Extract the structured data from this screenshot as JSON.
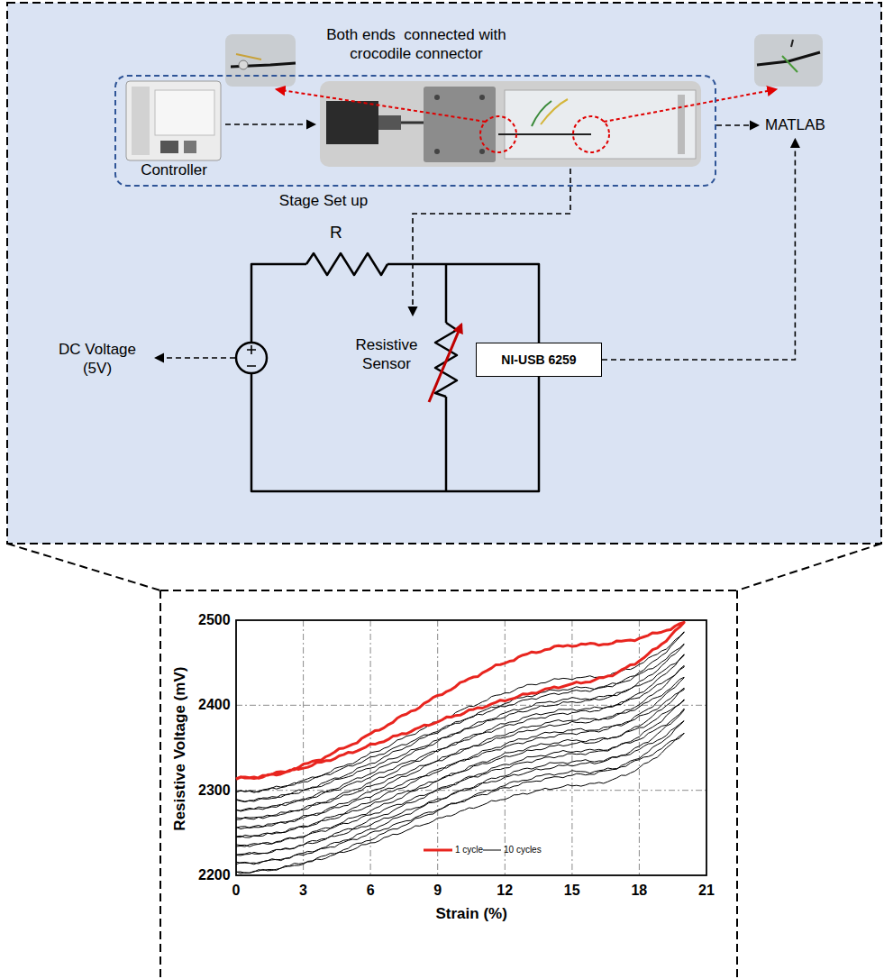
{
  "diagram": {
    "nodes": [
      {
        "text": [
          "Stage Set up"
        ]
      },
      {
        "text": [
          "Controller"
        ],
        "in": 0
      },
      {
        "text": [
          "MATLAB"
        ]
      },
      {
        "text": [
          "NI-USB 6259"
        ]
      }
    ],
    "edges": [
      {
        "from": 0,
        "to": 2,
        "arrow": "to"
      },
      {
        "from": 3,
        "to": 2,
        "arrow": "to"
      }
    ],
    "labels": [
      "Both ends  connected with crocodile connector",
      "R",
      "DC Voltage (5V)",
      "Resistive Sensor",
      "2500",
      "2400",
      "2300",
      "2200",
      "0",
      "3",
      "6",
      "9",
      "12",
      "15",
      "18",
      "21",
      "Resistive Voltage (mV)",
      "Strain (%)"
    ],
    "legend": [
      {
        "text": "1 cycle"
      },
      {
        "text": "10 cycles"
      }
    ]
  }
}
